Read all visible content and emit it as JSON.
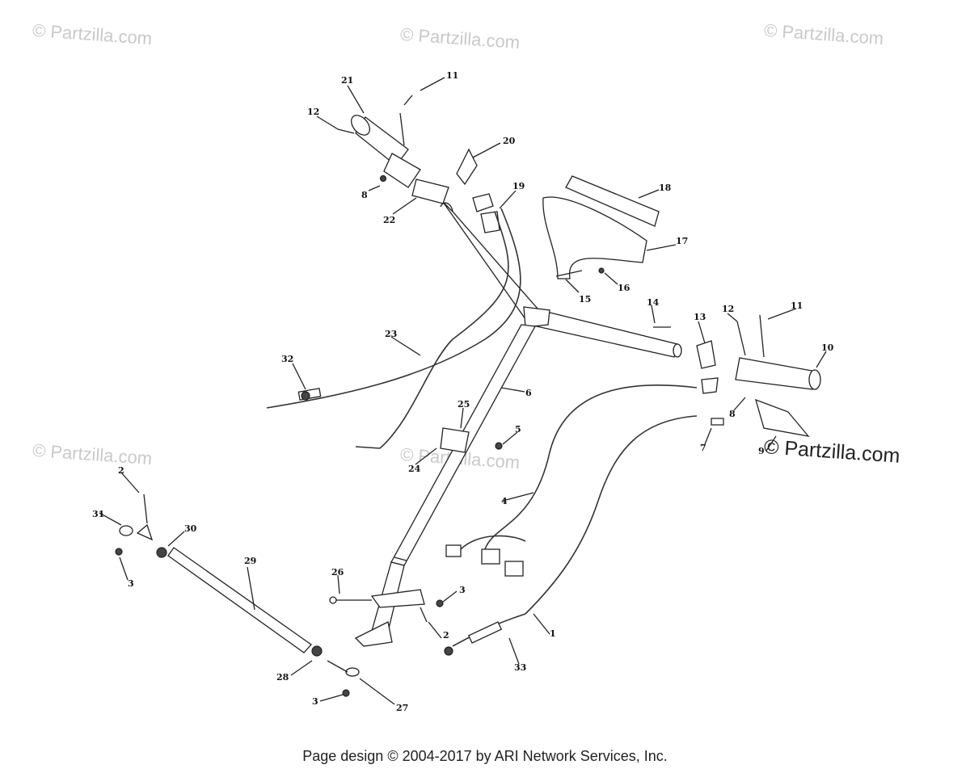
{
  "watermarks": {
    "top_left": "© Partzilla.com",
    "top_center": "© Partzilla.com",
    "top_right": "© Partzilla.com",
    "mid_left": "© Partzilla.com",
    "mid_center": "© Partzilla.com",
    "mid_right": "© Partzilla.com"
  },
  "callouts": {
    "c1": "1",
    "c2a": "2",
    "c2b": "2",
    "c3a": "3",
    "c3b": "3",
    "c3c": "3",
    "c4": "4",
    "c5": "5",
    "c6": "6",
    "c7": "7",
    "c8a": "8",
    "c8b": "8",
    "c9": "9",
    "c10": "10",
    "c11a": "11",
    "c11b": "11",
    "c12a": "12",
    "c12b": "12",
    "c13": "13",
    "c14": "14",
    "c15": "15",
    "c16": "16",
    "c17": "17",
    "c18": "18",
    "c19": "19",
    "c20": "20",
    "c21": "21",
    "c22": "22",
    "c23": "23",
    "c24": "24",
    "c25": "25",
    "c26": "26",
    "c27": "27",
    "c28": "28",
    "c29": "29",
    "c30": "30",
    "c31": "31",
    "c32": "32",
    "c33": "33"
  },
  "footer": {
    "copyright": "Page design © 2004-2017 by ARI Network Services, Inc."
  }
}
